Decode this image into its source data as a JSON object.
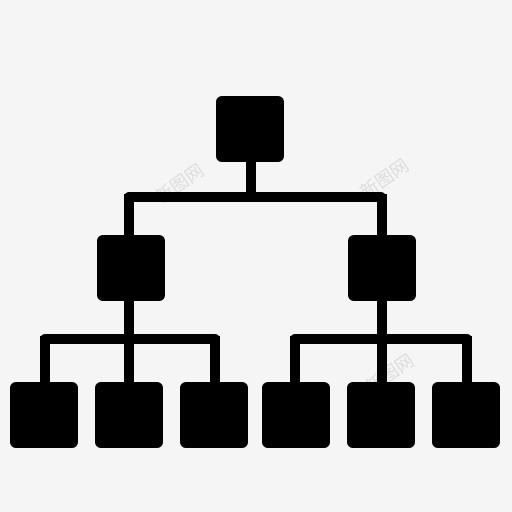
{
  "diagram": {
    "type": "hierarchy-icon",
    "fill_color": "#000000",
    "background_color": "#f5f5f5",
    "levels": [
      {
        "level": 0,
        "node_count": 1
      },
      {
        "level": 1,
        "node_count": 2
      },
      {
        "level": 2,
        "node_count": 6
      }
    ]
  },
  "watermark": {
    "text": "新图网"
  }
}
